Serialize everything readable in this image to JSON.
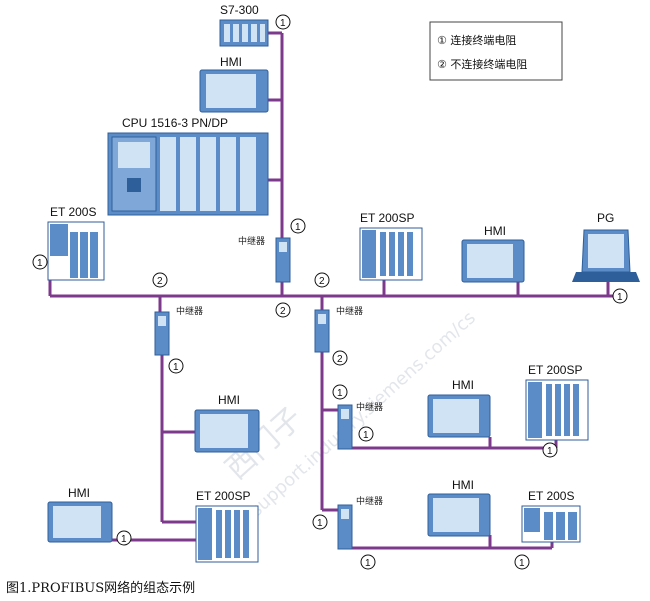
{
  "legend": {
    "item1": "① 连接终端电阻",
    "item2": "② 不连接终端电阻"
  },
  "devices": {
    "s7_300": "S7-300",
    "hmi_top": "HMI",
    "cpu": "CPU 1516-3 PN/DP",
    "et200s_left": "ET 200S",
    "et200sp_mid": "ET 200SP",
    "hmi_mid": "HMI",
    "pg": "PG",
    "hmi_branch_left": "HMI",
    "hmi_bottom_left": "HMI",
    "et200sp_bottom_left": "ET 200SP",
    "hmi_branch_r1": "HMI",
    "et200sp_branch_r1": "ET 200SP",
    "hmi_branch_r2": "HMI",
    "et200s_branch_r2": "ET 200S"
  },
  "repeater_label": "中继器",
  "markers": {
    "one": "1",
    "two": "2"
  },
  "watermarks": [
    "西门子",
    "support.industry.siemens.com/cs"
  ],
  "caption": "图1.PROFIBUS网络的组态示例",
  "colors": {
    "bus": "#7d3a8c",
    "device": "#5b8cc8",
    "device_dark": "#2f5f9a",
    "screen": "#cfe3f5"
  }
}
